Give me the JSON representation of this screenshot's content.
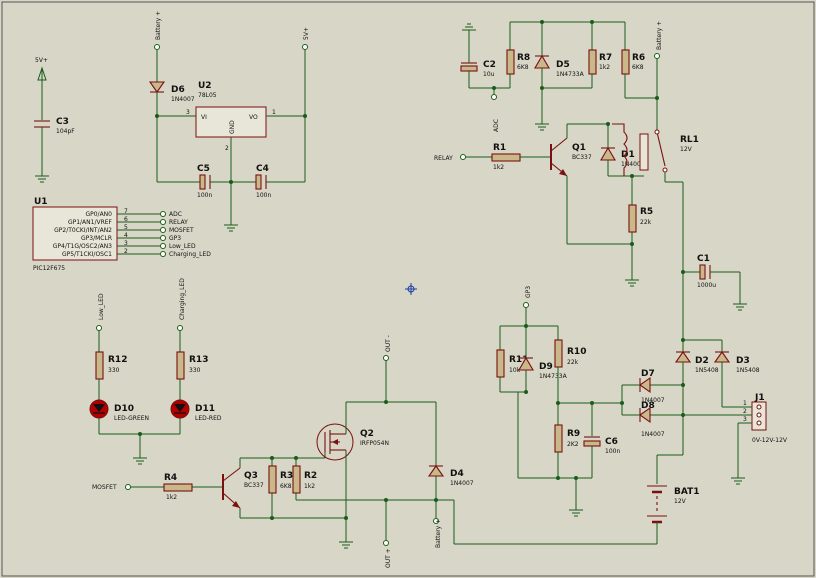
{
  "components": {
    "C3": {
      "ref": "C3",
      "value": "104pF"
    },
    "D6": {
      "ref": "D6",
      "value": "1N4007"
    },
    "U2": {
      "ref": "U2",
      "value": "78L05"
    },
    "C5": {
      "ref": "C5",
      "value": "100n"
    },
    "C4": {
      "ref": "C4",
      "value": "100n"
    },
    "C2": {
      "ref": "C2",
      "value": "10u"
    },
    "R8": {
      "ref": "R8",
      "value": "6K8"
    },
    "D5": {
      "ref": "D5",
      "value": "1N4733A"
    },
    "R7": {
      "ref": "R7",
      "value": "1k2"
    },
    "R6": {
      "ref": "R6",
      "value": "6K8"
    },
    "Q1": {
      "ref": "Q1",
      "value": "BC337"
    },
    "D1": {
      "ref": "D1",
      "value": "1N4007"
    },
    "RL1": {
      "ref": "RL1",
      "value": "12V"
    },
    "R1": {
      "ref": "R1",
      "value": "1k2"
    },
    "R5": {
      "ref": "R5",
      "value": "22k"
    },
    "C1": {
      "ref": "C1",
      "value": "1000u"
    },
    "U1": {
      "ref": "U1",
      "value": "PIC12F675"
    },
    "R12": {
      "ref": "R12",
      "value": "330"
    },
    "R13": {
      "ref": "R13",
      "value": "330"
    },
    "D10": {
      "ref": "D10",
      "value": "LED-GREEN"
    },
    "D11": {
      "ref": "D11",
      "value": "LED-RED"
    },
    "Q2": {
      "ref": "Q2",
      "value": "IRFP054N"
    },
    "D4": {
      "ref": "D4",
      "value": "1N4007"
    },
    "Q3": {
      "ref": "Q3",
      "value": "BC337"
    },
    "R3": {
      "ref": "R3",
      "value": "6K8"
    },
    "R2": {
      "ref": "R2",
      "value": "1k2"
    },
    "R4": {
      "ref": "R4",
      "value": "1k2"
    },
    "R11": {
      "ref": "R11",
      "value": "10k"
    },
    "D9": {
      "ref": "D9",
      "value": "1N4733A"
    },
    "R10": {
      "ref": "R10",
      "value": "22k"
    },
    "R9": {
      "ref": "R9",
      "value": "2K2"
    },
    "C6": {
      "ref": "C6",
      "value": "100n"
    },
    "D7": {
      "ref": "D7",
      "value": "1N4007"
    },
    "D8": {
      "ref": "D8",
      "value": "1N4007"
    },
    "D2": {
      "ref": "D2",
      "value": "1N5408"
    },
    "D3": {
      "ref": "D3",
      "value": "1N5408"
    },
    "J1": {
      "ref": "J1",
      "value": "0V-12V-12V"
    },
    "BAT1": {
      "ref": "BAT1",
      "value": "12V"
    }
  },
  "u1_pins": [
    {
      "name": "GP0/AN0",
      "num": "7",
      "net": "ADC"
    },
    {
      "name": "GP1/AN1/VREF",
      "num": "6",
      "net": "RELAY"
    },
    {
      "name": "GP2/T0CKI/INT/AN2",
      "num": "5",
      "net": "MOSFET"
    },
    {
      "name": "GP3/MCLR",
      "num": "4",
      "net": "GP3"
    },
    {
      "name": "GP4/T1G/OSC2/AN3",
      "num": "3",
      "net": "Low_LED"
    },
    {
      "name": "GP5/T1CKI/OSC1",
      "num": "2",
      "net": "Charging_LED"
    }
  ],
  "u2_pins": {
    "vi": "VI",
    "vo": "VO",
    "gnd": "GND",
    "p1": "1",
    "p2": "2",
    "p3": "3"
  },
  "j1_pins": [
    "1",
    "2",
    "3"
  ],
  "terminals": {
    "v5_c3": "5V+",
    "batt_top": "Battery +",
    "v5_top": "5V+",
    "adc": "ADC",
    "batt_right": "Battery +",
    "relay_in": "RELAY",
    "gp3": "GP3",
    "low_led": "Low_LED",
    "charging_led": "Charging_LED",
    "out_minus": "OUT -",
    "out_plus": "OUT +",
    "batt_bottom": "Battery +",
    "mosfet_in": "MOSFET"
  },
  "colors": {
    "background": "#d8d6c6",
    "wire": "#1a5c1a",
    "component": "#7a1010",
    "led_body": "#b00000"
  }
}
